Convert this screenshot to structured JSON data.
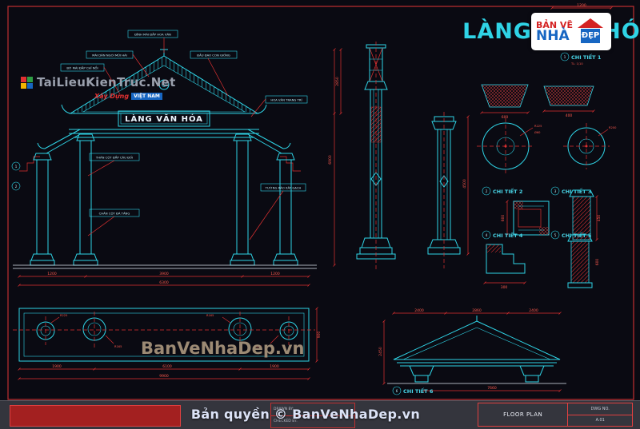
{
  "header": {
    "big_text": "LÀNG VĂN HÓA",
    "top_dim": "1200",
    "logo": {
      "top": "BẢN VẼ",
      "main": "NHÀ",
      "accent": "ĐẸP"
    }
  },
  "watermarks": {
    "tailieu": "TaiLieuKienTruc.Net",
    "badge_red": "Xây Dựng",
    "badge_blue": "VIỆT NAM",
    "center": "BanVeNhaDep.vn",
    "copyright": "Bản quyền © BanVeNhaDep.vn"
  },
  "gate": {
    "banner": "LÀNG VĂN HÓA",
    "callouts": [
      "ĐỈNH MÁI ĐẮP HOA VĂN",
      "MÁI DÁN NGÓI MŨI HÀI",
      "BỜ MÁI ĐẮP CHỈ NỔI",
      "ĐẦU ĐAO CON GIỐNG",
      "HOA VĂN TRANG TRÍ",
      "THÂN CỘT ĐẮP CÂU ĐỐI",
      "CHÂN CỘT ĐÁ TẢNG",
      "TƯỜNG RÀO XÂY GẠCH"
    ],
    "bubbles": [
      "1",
      "2"
    ],
    "dim_v1": "2850",
    "dim_v2": "6900",
    "dims_bottom": [
      "1200",
      "3900",
      "1200"
    ],
    "dim_total": "6300"
  },
  "columns": {
    "dim_right": "4500"
  },
  "details": {
    "d1": {
      "label": "CHI TIẾT 1",
      "scale": "TL: 1/10",
      "num": "1",
      "dim_a": "600",
      "dim_b": "400",
      "r1": "R225",
      "phi1": "Ø60",
      "r2": "R200"
    },
    "d2": {
      "label": "CHI TIẾT 2",
      "num": "2",
      "dim": "600"
    },
    "d3": {
      "label": "CHI TIẾT 3",
      "num": "3",
      "dim": "450"
    },
    "d4": {
      "label": "CHI TIẾT 4",
      "num": "4",
      "dim": "300"
    },
    "d5": {
      "label": "CHI TIẾT 5",
      "num": "5",
      "dim": "600"
    },
    "d6": {
      "label": "CHI TIẾT 6",
      "num": "6"
    }
  },
  "plan": {
    "r1": "R225",
    "r2": "R165",
    "r3": "R165",
    "r4": "R225",
    "dims": [
      "1900",
      "6100",
      "1900"
    ],
    "total": "9900",
    "side": "900"
  },
  "roof": {
    "dims_top": [
      "2400",
      "2860",
      "2400"
    ],
    "dim_left": "2450",
    "total": "7660"
  },
  "titleblock": {
    "mid_rows": [
      "DRAWN BY:",
      "CHECKED BY:"
    ],
    "name": "FLOOR PLAN",
    "dwg": "DWG NO.",
    "no_value": "A.01"
  }
}
